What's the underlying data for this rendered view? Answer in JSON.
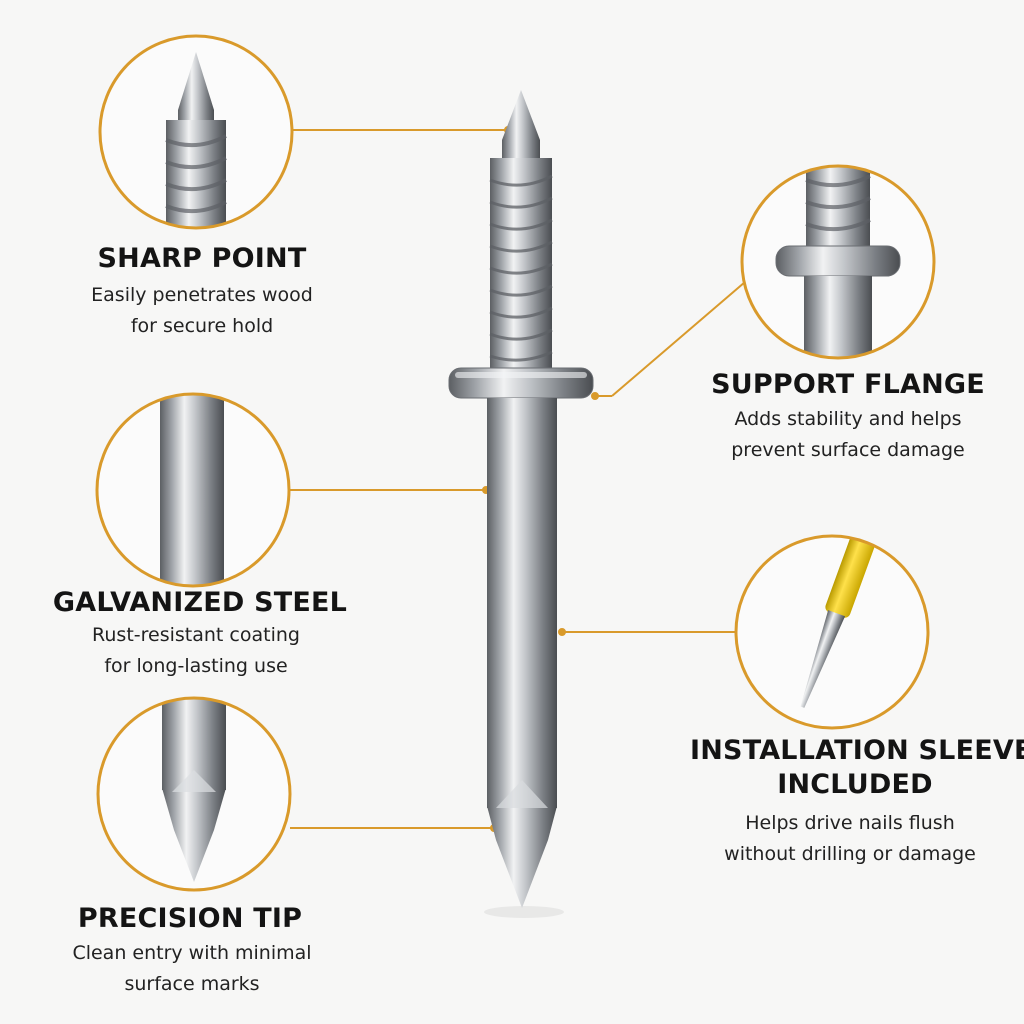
{
  "accent_color": "#d99a2b",
  "callouts": {
    "sharp_point": {
      "icon": "sharp-point-closeup",
      "title": "SHARP POINT",
      "desc_line1": "Easily penetrates wood",
      "desc_line2": "for secure hold"
    },
    "galvanized_steel": {
      "icon": "shank-closeup",
      "title": "GALVANIZED STEEL",
      "desc_line1": "Rust-resistant coating",
      "desc_line2": "for long-lasting use"
    },
    "precision_tip": {
      "icon": "tip-closeup",
      "title": "PRECISION TIP",
      "desc_line1": "Clean entry with minimal",
      "desc_line2": "surface marks"
    },
    "support_flange": {
      "icon": "flange-closeup",
      "title": "SUPPORT FLANGE",
      "desc_line1": "Adds stability and helps",
      "desc_line2": "prevent surface damage"
    },
    "installation_sleeve": {
      "icon": "sleeve-closeup",
      "title_line1": "INSTALLATION SLEEVE",
      "title_line2": "INCLUDED",
      "desc_line1": "Helps drive nails flush",
      "desc_line2": "without drilling or damage"
    }
  },
  "product_image": "double-ended-nail"
}
